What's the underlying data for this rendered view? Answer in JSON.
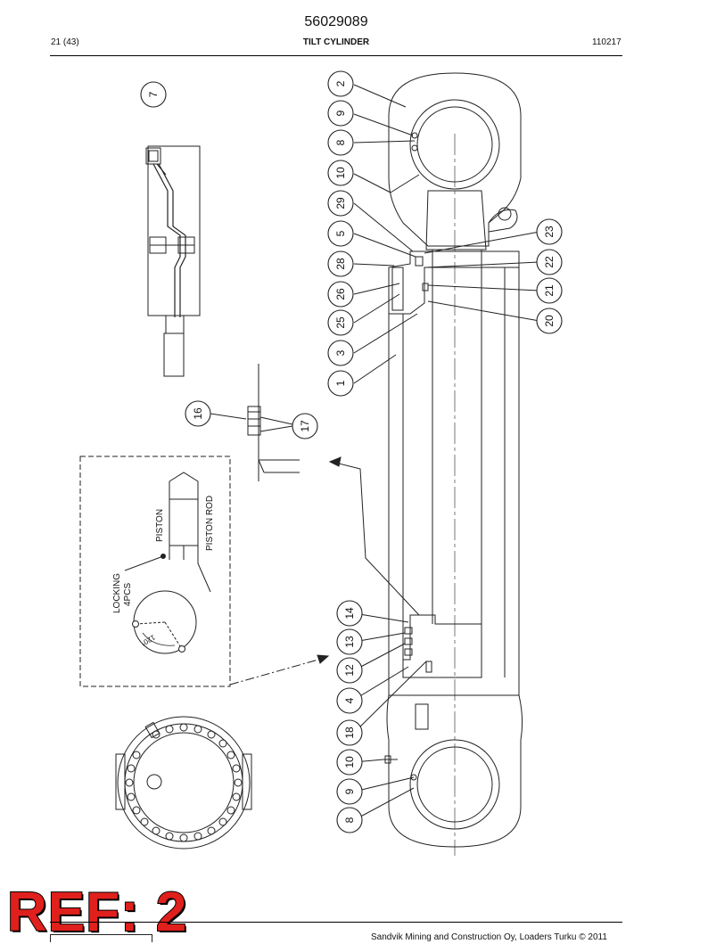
{
  "header": {
    "doc_number": "56029089",
    "page": "21 (43)",
    "title": "TILT CYLINDER",
    "date_code": "110217"
  },
  "callouts": [
    "2",
    "9",
    "8",
    "10",
    "29",
    "5",
    "28",
    "26",
    "25",
    "3",
    "1",
    "23",
    "22",
    "21",
    "20",
    "16",
    "17",
    "14",
    "13",
    "12",
    "4",
    "18",
    "10",
    "9",
    "8",
    "7"
  ],
  "detail": {
    "piston_label": "PISTON",
    "piston_rod_label": "PISTON ROD",
    "locking_label": "LOCKING",
    "locking_qty": "4PCS",
    "angle_label": "120°"
  },
  "stamp": {
    "text": "REF: 2",
    "color": "#e0201c"
  },
  "footer": {
    "text": "Sandvik Mining and Construction Oy, Loaders Turku © 2011"
  }
}
